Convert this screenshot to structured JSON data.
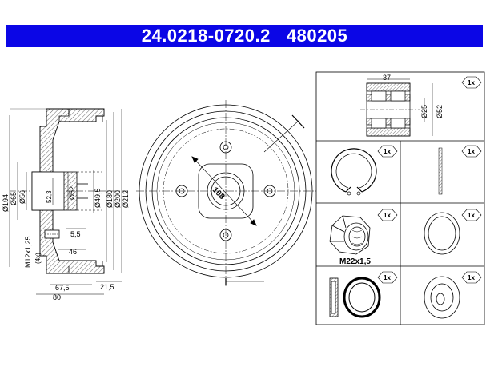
{
  "header": {
    "part_number": "24.0218-0720.2",
    "ref_number": "480205"
  },
  "side_view": {
    "dims_vertical": [
      "Ø194",
      "Ø65",
      "Ø56",
      "52,3",
      "Ø52",
      "Ø49,5",
      "Ø180",
      "Ø200",
      "Ø212"
    ],
    "thread": "M12x1,25",
    "thread_count": "(4x)",
    "dim_5_5": "5,5",
    "dim_46": "46",
    "dim_67_5": "67,5",
    "dim_80": "80",
    "dim_21_5": "21,5"
  },
  "front_view": {
    "pcd": "108"
  },
  "parts": {
    "bearing": {
      "qty": "1x",
      "width": "37",
      "inner": "Ø25",
      "outer": "Ø52"
    },
    "circlip": {
      "qty": "1x"
    },
    "nut": {
      "qty": "1x",
      "thread": "M22x1,5"
    },
    "cap": {
      "qty": "1x"
    },
    "seal": {
      "qty": "1x"
    },
    "dust_cap": {
      "qty": "1x"
    }
  }
}
